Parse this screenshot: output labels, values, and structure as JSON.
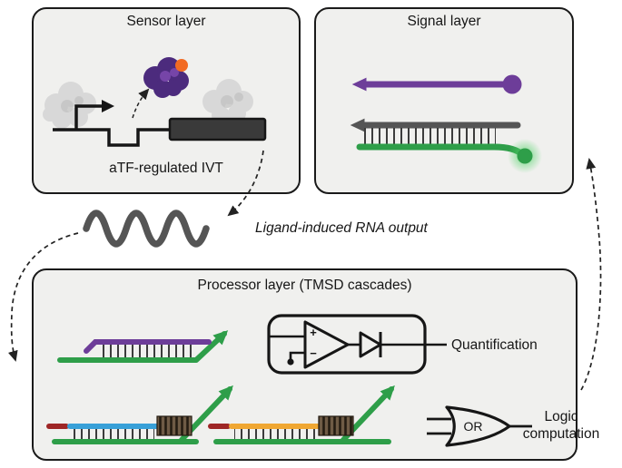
{
  "panels": {
    "sensor": {
      "title": "Sensor layer",
      "caption": "aTF-regulated IVT"
    },
    "signal": {
      "title": "Signal layer"
    },
    "processor": {
      "title": "Processor layer (TMSD cascades)",
      "quantification_label": "Quantification",
      "logic_label": "Logic computation",
      "or_label": "OR",
      "amp_plus": "+",
      "amp_minus": "−"
    }
  },
  "annotations": {
    "rna_output": "Ligand-induced RNA output"
  },
  "colors": {
    "purple": "#6d3d99",
    "purple_dark": "#4c2b7d",
    "purple_light": "#7b48ad",
    "green": "#2e9e49",
    "green_glow": "#55d36b",
    "gray_strand": "#555555",
    "blue": "#38a0d8",
    "yellow": "#f0a732",
    "red": "#9e2626",
    "orange": "#f26a22",
    "brown": "#6f5b45",
    "hatch": "#241c12",
    "tick": "#3c3c3c",
    "ink": "#161616",
    "gene": "#3a3a3a",
    "arrow": "#222222",
    "panel_bg": "#f0f0ee",
    "blob_gray": "#d8d8d8",
    "blob_shadow": "#c0c0c0"
  }
}
